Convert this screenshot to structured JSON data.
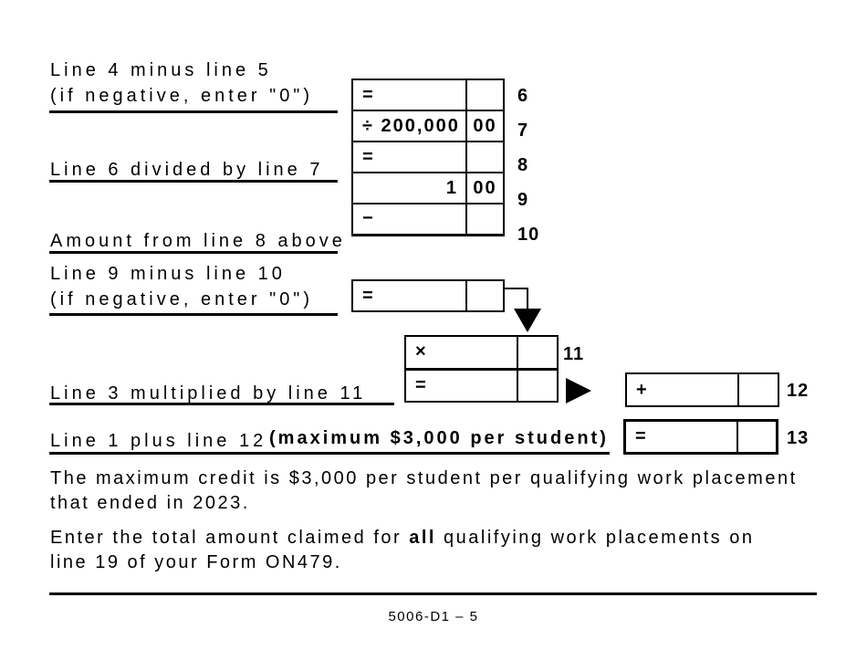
{
  "form": {
    "labels": {
      "line4_minus_line5": "Line 4 minus line 5",
      "if_negative_1": "(if negative, enter \"0\")",
      "line6_div_line7": "Line 6 divided by line 7",
      "amount_from_line8": "Amount from line 8 above",
      "line9_minus_line10": "Line 9 minus line 10",
      "if_negative_2": "(if negative, enter \"0\")",
      "line3_mult_line11": "Line 3 multiplied by line 11",
      "line1_plus_line12": "Line 1 plus line 12",
      "max_note": "(maximum $3,000 per student)"
    },
    "worksheet": {
      "rows_a": [
        {
          "line_no": "6",
          "amount": "=",
          "cents": ""
        },
        {
          "line_no": "7",
          "amount": "÷ 200,000",
          "cents": "00"
        },
        {
          "line_no": "8",
          "amount": "=",
          "cents": ""
        },
        {
          "line_no": "9",
          "amount": "1",
          "cents": "00"
        },
        {
          "line_no": "10",
          "amount": "−",
          "cents": ""
        }
      ],
      "row_intermediate": {
        "amount": "=",
        "cents": ""
      },
      "rows_b": [
        {
          "line_no": "11",
          "amount": "×",
          "cents": ""
        },
        {
          "line_no": "",
          "amount": "=",
          "cents": ""
        }
      ],
      "row_12": {
        "line_no": "12",
        "amount": "+",
        "cents": ""
      },
      "row_13": {
        "line_no": "13",
        "amount": "=",
        "cents": ""
      }
    },
    "paragraphs": {
      "p1_line1": "The maximum credit is $3,000 per student per qualifying work placement",
      "p1_line2": "that ended in 2023.",
      "p2_line1_prefix": "Enter the total amount claimed for ",
      "p2_bold": "all",
      "p2_line1_suffix": " qualifying work placements on",
      "p2_line2": "line 19 of your Form ON479."
    },
    "footer": {
      "page_label": "5006-D1 – 5"
    },
    "colors": {
      "ink": "#000000",
      "paper": "#ffffff"
    }
  }
}
